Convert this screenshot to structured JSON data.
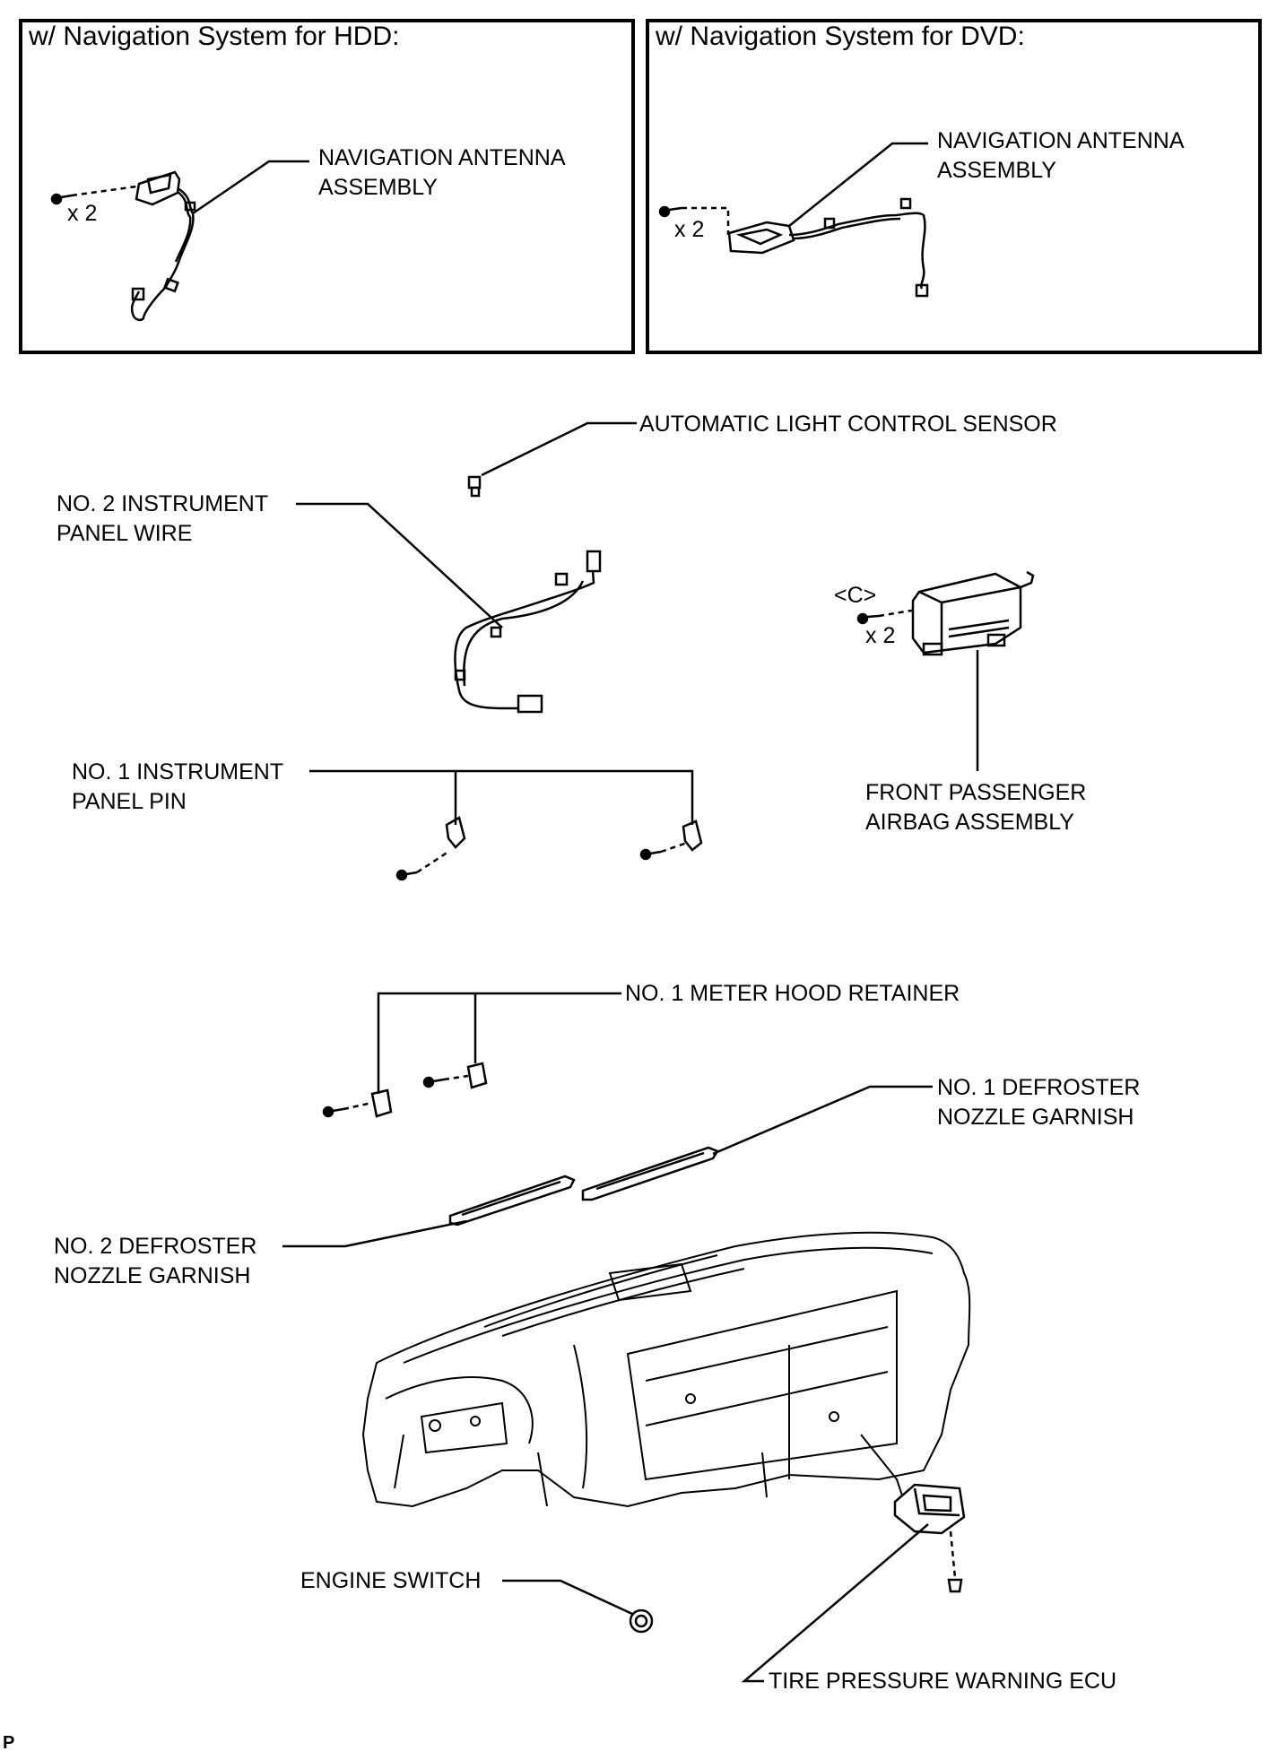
{
  "panels": {
    "hdd": {
      "title": "w/ Navigation System for HDD:",
      "label_line1": "NAVIGATION ANTENNA",
      "label_line2": "ASSEMBLY",
      "qty": "x 2"
    },
    "dvd": {
      "title": "w/ Navigation System for DVD:",
      "label_line1": "NAVIGATION ANTENNA",
      "label_line2": "ASSEMBLY",
      "qty": "x 2"
    }
  },
  "labels": {
    "auto_light_sensor": "AUTOMATIC LIGHT CONTROL SENSOR",
    "ip_wire_line1": "NO. 2 INSTRUMENT",
    "ip_wire_line2": "PANEL WIRE",
    "ip_pin_line1": "NO. 1 INSTRUMENT",
    "ip_pin_line2": "PANEL PIN",
    "airbag_code": "<C>",
    "airbag_qty": "x 2",
    "airbag_line1": "FRONT PASSENGER",
    "airbag_line2": "AIRBAG ASSEMBLY",
    "meter_hood": "NO. 1 METER HOOD RETAINER",
    "defroster1_line1": "NO. 1 DEFROSTER",
    "defroster1_line2": "NOZZLE GARNISH",
    "defroster2_line1": "NO. 2 DEFROSTER",
    "defroster2_line2": "NOZZLE GARNISH",
    "engine_switch": "ENGINE SWITCH",
    "tire_ecu": "TIRE PRESSURE WARNING ECU"
  },
  "footer": {
    "code": "P"
  }
}
